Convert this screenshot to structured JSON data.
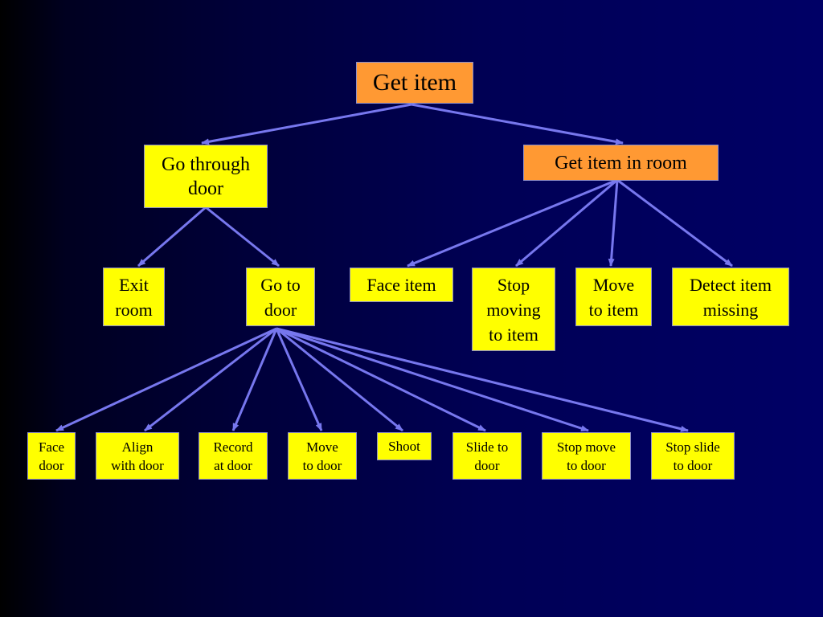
{
  "colors": {
    "edge": "#7777ee",
    "orange_box": "#ff9933",
    "yellow_box": "#ffff00"
  },
  "diagram": {
    "root": {
      "label": "Get item"
    },
    "level1": {
      "go_through_door": {
        "label": "Go through\ndoor"
      },
      "get_item_in_room": {
        "label": "Get item in room"
      }
    },
    "level2": {
      "exit_room": {
        "label": "Exit\nroom"
      },
      "go_to_door": {
        "label": "Go to\ndoor"
      },
      "face_item": {
        "label": "Face item"
      },
      "stop_moving_to_item": {
        "label": "Stop\nmoving\nto item"
      },
      "move_to_item": {
        "label": "Move\nto item"
      },
      "detect_item_missing": {
        "label": "Detect item\nmissing"
      }
    },
    "level3": {
      "face_door": {
        "label": "Face\ndoor"
      },
      "align_with_door": {
        "label": "Align\nwith door"
      },
      "record_at_door": {
        "label": "Record\nat door"
      },
      "move_to_door": {
        "label": "Move\nto door"
      },
      "shoot": {
        "label": "Shoot"
      },
      "slide_to_door": {
        "label": "Slide to\ndoor"
      },
      "stop_move_to_door": {
        "label": "Stop move\nto door"
      },
      "stop_slide_to_door": {
        "label": "Stop slide\nto door"
      }
    }
  }
}
